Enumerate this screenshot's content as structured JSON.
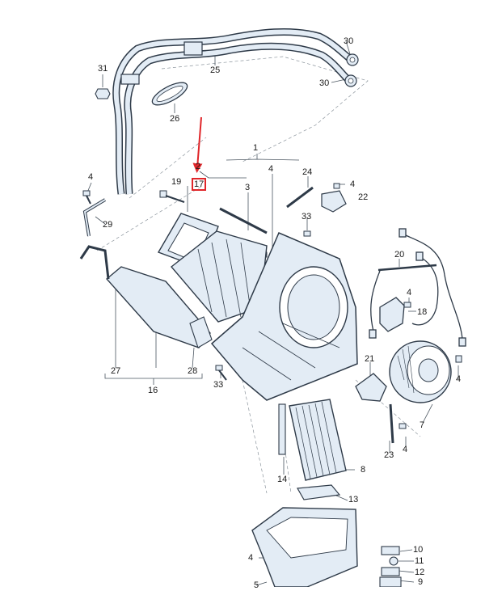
{
  "diagram": {
    "callouts": {
      "c1": "1",
      "c2": "2",
      "c3": "3",
      "c4a": "4",
      "c4b": "4",
      "c4c": "4",
      "c4d": "4",
      "c4e": "4",
      "c4f": "4",
      "c4g": "4",
      "c5": "5",
      "c7": "7",
      "c8": "8",
      "c9": "9",
      "c10": "10",
      "c11": "11",
      "c12": "12",
      "c13": "13",
      "c14": "14",
      "c16": "16",
      "c17": "17",
      "c18": "18",
      "c19": "19",
      "c20": "20",
      "c21": "21",
      "c22": "22",
      "c23": "23",
      "c24": "24",
      "c25": "25",
      "c26": "26",
      "c27": "27",
      "c28": "28",
      "c29": "29",
      "c30a": "30",
      "c30b": "30",
      "c31": "31",
      "c33a": "33",
      "c33b": "33"
    },
    "highlighted_part": "17",
    "colors": {
      "part_fill": "#e3ecf5",
      "part_stroke": "#2e3a48",
      "leader_line": "#4a5560",
      "highlight": "#e0262a"
    }
  }
}
